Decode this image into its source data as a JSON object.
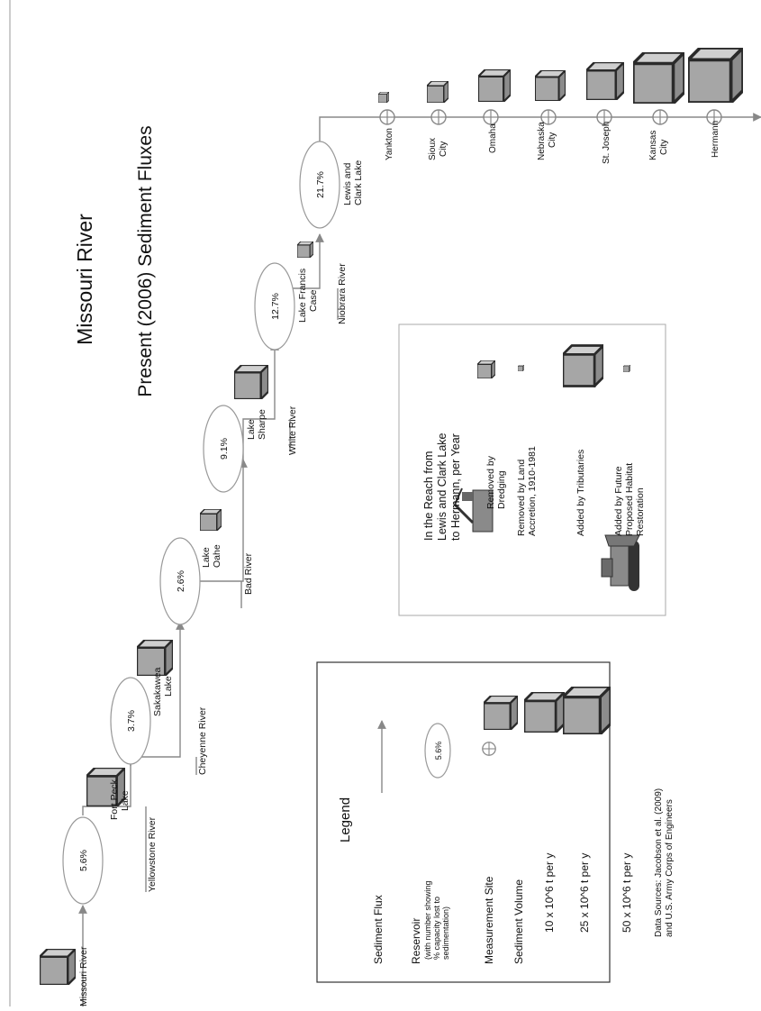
{
  "title": "Missouri River",
  "subtitle": "Present (2006) Sediment Fluxes",
  "nodes": {
    "source": "Missouri River",
    "fort_peck": "Fort Peck Lake",
    "yellowstone": "Yellowstone River",
    "sakakawea": "Sakakawea Lake",
    "cheyenne": "Cheyenne River",
    "oahe": "Lake Oahe",
    "bad": "Bad River",
    "sharpe": "Lake Sharpe",
    "white": "White River",
    "francis_case": "Lake Francis Case",
    "niobrara": "Niobrara River",
    "lewis_clark": "Lewis and Clark Lake",
    "yankton": "Yankton",
    "sioux_city": "Sioux City",
    "omaha": "Omaha",
    "nebraska_city": "Nebraska City",
    "st_joseph": "St. Joseph",
    "kansas_city": "Kansas City",
    "hermann": "Hermann"
  },
  "reservoir_pcts": {
    "fort_peck": "5.6%",
    "sakakawea": "3.7%",
    "oahe": "2.6%",
    "sharpe": "9.1%",
    "francis_case": "12.7%",
    "lewis_clark": "21.7%"
  },
  "reach_box": {
    "heading": "In the Reach from Lewis and Clark Lake to Hermann, per Year",
    "removed_dredging": "Removed by Dredging",
    "removed_accretion": "Removed by Land Accretion, 1910-1981",
    "added_tributaries": "Added by Tributaries",
    "added_restoration": "Added by Future Proposed Habitat Restoration"
  },
  "legend": {
    "heading": "Legend",
    "flux": "Sediment Flux",
    "reservoir": "Reservoir",
    "reservoir_note": "(with number showing % capacity lost to sedimentation)",
    "reservoir_sample": "5.6%",
    "site": "Measurement Site",
    "volume": "Sediment Volume",
    "v10": "10 x 10^6 t per y",
    "v25": "25 x 10^6 t per y",
    "v50": "50 x 10^6 t per y",
    "sources": "Data Sources:  Jacobson et al. (2009) and U.S. Army Corps of Engineers"
  },
  "colors": {
    "cube_fill": "#a6a6a6",
    "cube_stroke": "#2a2a2a",
    "line": "#888888"
  }
}
